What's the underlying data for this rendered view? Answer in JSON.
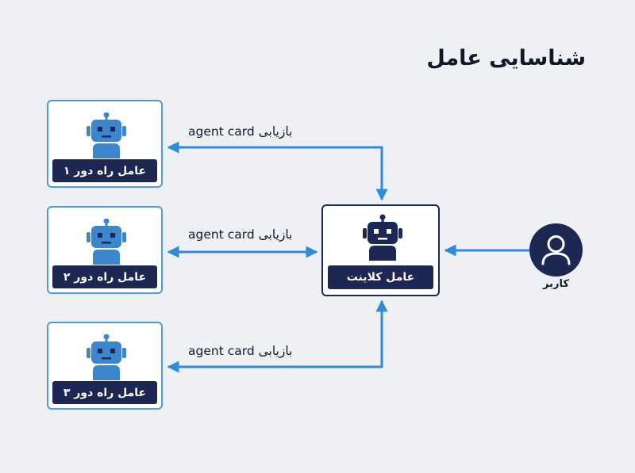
{
  "title": "شناسایی عامل",
  "remote_agents": [
    {
      "label": "عامل راه دور ۱"
    },
    {
      "label": "عامل راه دور ۲"
    },
    {
      "label": "عامل راه دور ۳"
    }
  ],
  "client_agent": {
    "label": "عامل کلاینت"
  },
  "user": {
    "label": "کاربر"
  },
  "edges": [
    {
      "label": "agent card بازیابی"
    },
    {
      "label": "agent card بازیابی"
    },
    {
      "label": "agent card بازیابی"
    }
  ],
  "colors": {
    "accent": "#2f8ad8",
    "navy": "#1c2753",
    "robot_blue": "#3b86cc",
    "background": "#eef0f3"
  },
  "icons": {
    "remote_agent": "robot-icon",
    "client_agent": "robot-icon",
    "user": "user-icon"
  }
}
